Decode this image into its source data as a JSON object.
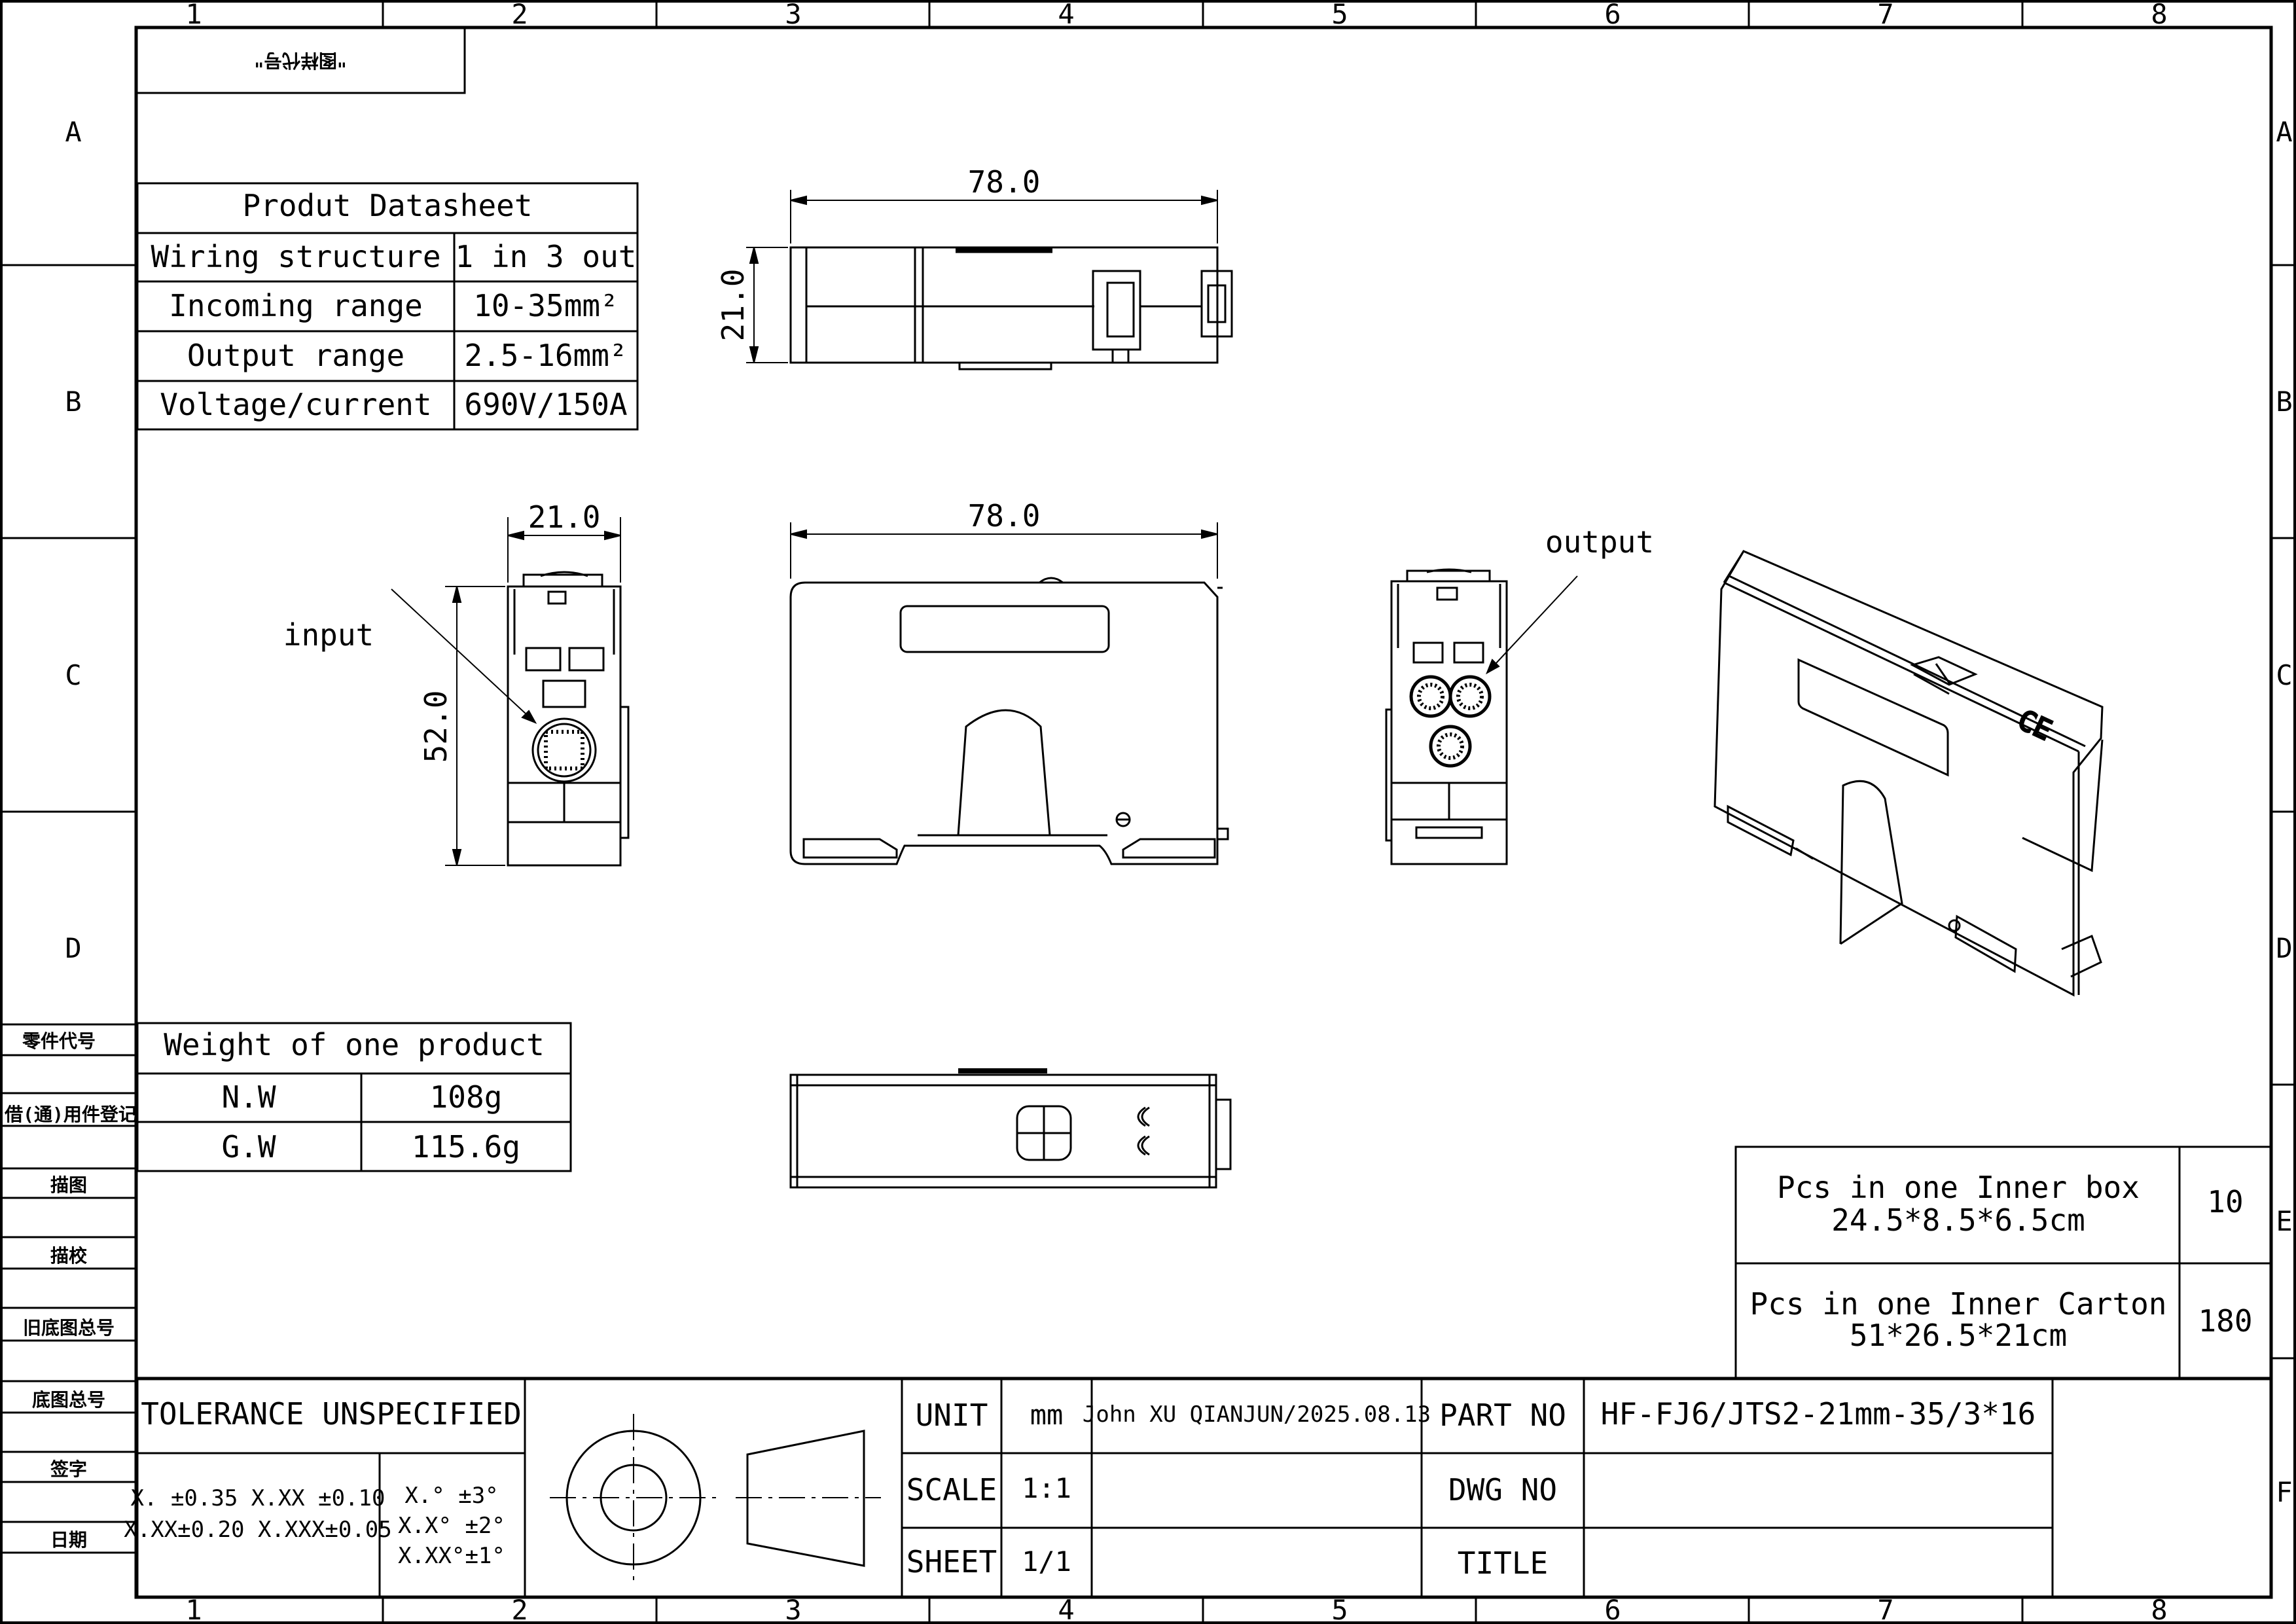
{
  "sheet": {
    "column_labels": [
      "1",
      "2",
      "3",
      "4",
      "5",
      "6",
      "7",
      "8"
    ],
    "row_labels": [
      "A",
      "B",
      "C",
      "D",
      "E",
      "F"
    ]
  },
  "corner_stamp": "\"图样代号\"",
  "left_strip": {
    "labels": [
      "零件代号",
      "借(通)用件登记",
      "描图",
      "描校",
      "旧底图总号",
      "底图总号",
      "签字",
      "日期"
    ]
  },
  "datasheet": {
    "title": "Produt Datasheet",
    "rows": [
      {
        "label": "Wiring structure",
        "value": "1 in 3 out"
      },
      {
        "label": "Incoming range",
        "value": "10-35mm²"
      },
      {
        "label": "Output range",
        "value": "2.5-16mm²"
      },
      {
        "label": "Voltage/current",
        "value": "690V/150A"
      }
    ]
  },
  "weight": {
    "title": "Weight of one product",
    "rows": [
      {
        "label": "N.W",
        "value": "108g"
      },
      {
        "label": "G.W",
        "value": "115.6g"
      }
    ]
  },
  "packing": [
    {
      "line1": "Pcs in one Inner box",
      "line2": "24.5*8.5*6.5cm",
      "qty": "10"
    },
    {
      "line1": "Pcs in one Inner Carton",
      "line2": "51*26.5*21cm",
      "qty": "180"
    }
  ],
  "dimensions": {
    "top_width": "78.0",
    "top_height": "21.0",
    "front_width": "78.0",
    "side_width": "21.0",
    "side_height": "52.0"
  },
  "callouts": {
    "input": "input",
    "output": "output"
  },
  "title_block": {
    "tolerance_title": "TOLERANCE UNSPECIFIED",
    "tol_linear_1": "X. ±0.35  X.XX ±0.10",
    "tol_linear_2": "X.XX±0.20  X.XXX±0.05",
    "tol_angle_1": "X.° ±3°",
    "tol_angle_2": "X.X° ±2°",
    "tol_angle_3": "X.XX°±1°",
    "unit_label": "UNIT",
    "unit_value": "mm",
    "scale_label": "SCALE",
    "scale_value": "1:1",
    "sheet_label": "SHEET",
    "sheet_value": "1/1",
    "author": "John XU QIANJUN/2025.08.13",
    "part_no_label": "PART NO",
    "part_no_value": "HF-FJ6/JTS2-21mm-35/3*16",
    "dwg_no_label": "DWG NO",
    "title_label": "TITLE"
  }
}
